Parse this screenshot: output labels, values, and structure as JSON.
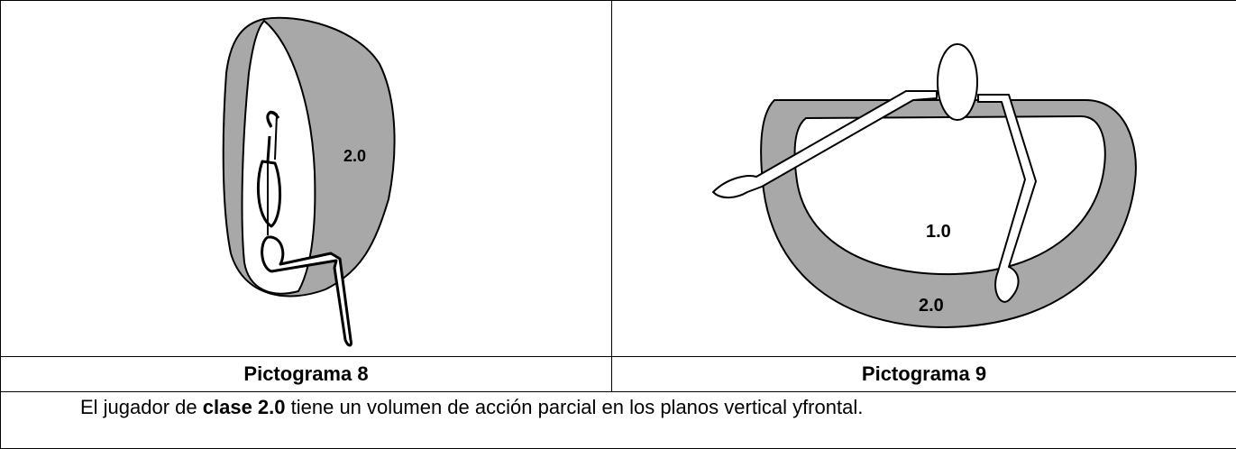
{
  "figures": [
    {
      "caption": "Pictograma 8",
      "zone_labels": [
        "2.0"
      ]
    },
    {
      "caption": "Pictograma 9",
      "zone_labels": [
        "1.0",
        "2.0"
      ]
    }
  ],
  "description": {
    "prefix": "El jugador de ",
    "bold": "clase 2.0",
    "suffix": " tiene un volumen de acción parcial en los planos vertical yfrontal."
  },
  "colors": {
    "zone_fill": "#a8a8a8",
    "inner_fill": "#ffffff",
    "border": "#000000"
  }
}
